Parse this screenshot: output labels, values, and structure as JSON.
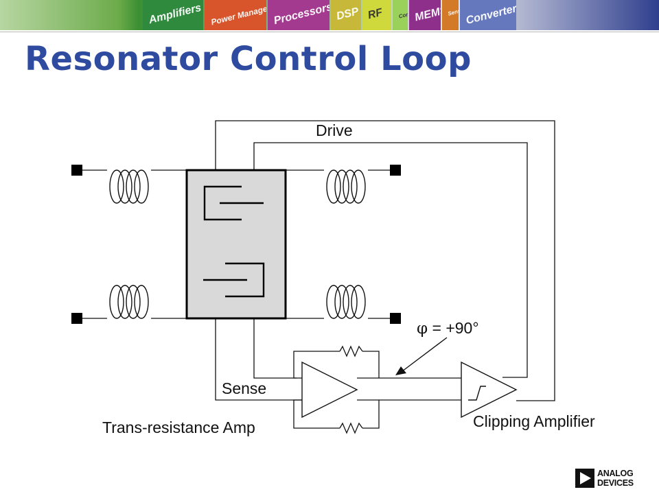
{
  "title": "Resonator Control Loop",
  "banner": {
    "tiles": [
      {
        "label": "Amplifiers",
        "color": "#2f8a3e"
      },
      {
        "label": "Power Management",
        "color": "#d8542a"
      },
      {
        "label": "Processors",
        "color": "#a33a8f"
      },
      {
        "label": "DSP",
        "color": "#c8b83a"
      },
      {
        "label": "RF",
        "color": "#cfd93b"
      },
      {
        "label": "Communications",
        "color": "#9ad15b"
      },
      {
        "label": "MEMS",
        "color": "#8e2f8c"
      },
      {
        "label": "Sensors",
        "color": "#d27a27"
      },
      {
        "label": "Converters",
        "color": "#6678bd"
      }
    ]
  },
  "diagram": {
    "drive_label": "Drive",
    "sense_label": "Sense",
    "trans_amp_label": "Trans-resistance Amp",
    "clip_amp_label": "Clipping Amplifier",
    "phase_symbol": "φ",
    "phase_value": " = +90°"
  },
  "logo": {
    "line1": "ANALOG",
    "line2": "DEVICES"
  }
}
